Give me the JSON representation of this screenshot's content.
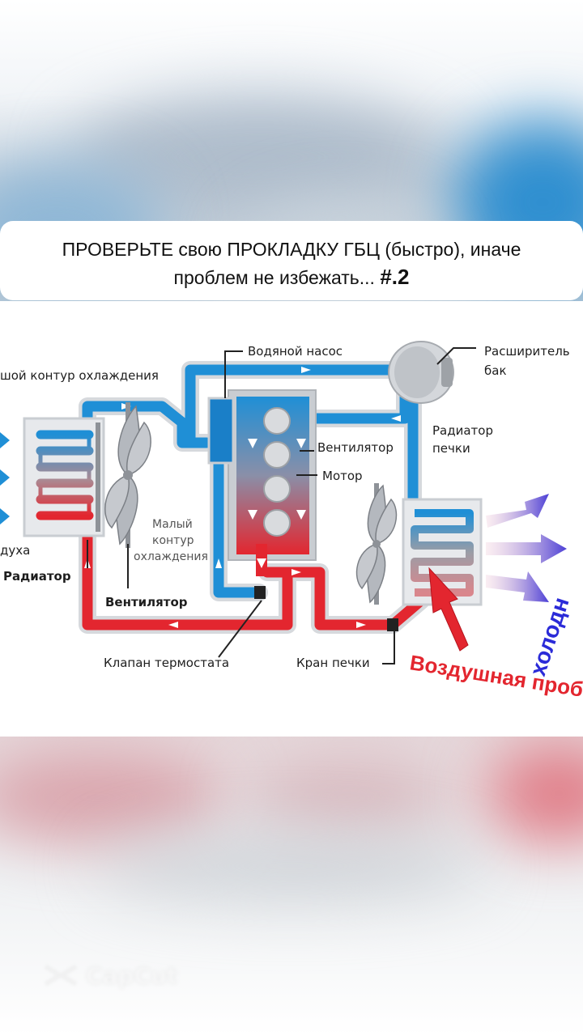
{
  "caption": {
    "line1": "ПРОВЕРЬТЕ свою ПРОКЛАДКУ ГБЦ (быстро), иначе",
    "line2_text": "проблем не избежать...",
    "line2_tag": "#.2"
  },
  "diagram": {
    "labels": {
      "water_pump": "Водяной насос",
      "expansion_tank_1": "Расширитель",
      "expansion_tank_2": "бак",
      "big_circuit": "шой контур охлаждения",
      "heater_radiator_1": "Радиатор",
      "heater_radiator_2": "печки",
      "fan_inner": "Вентилятор",
      "motor": "Мотор",
      "small_circuit_1": "Малый",
      "small_circuit_2": "контур",
      "small_circuit_3": "охлаждения",
      "air": "духа",
      "radiator": "Радиатор",
      "fan": "Вентилятор",
      "thermostat": "Клапан термостата",
      "heater_valve": "Кран печки",
      "air_lock": "Воздушная проб",
      "cold": "холодн"
    }
  },
  "watermark": {
    "text": "CapCut"
  },
  "colors": {
    "hot": "#e3262f",
    "cold": "#1f8fd6",
    "arrow_out": "#4b3fd6",
    "caption_bg": "#ffffff"
  }
}
